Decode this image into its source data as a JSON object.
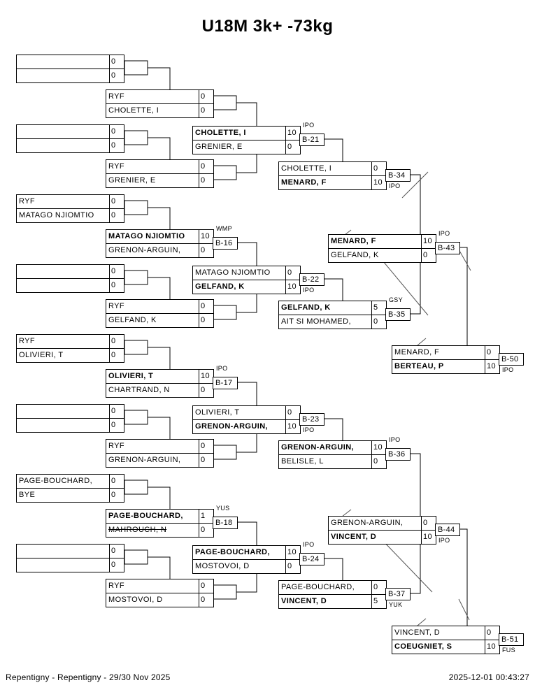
{
  "title": "U18M 3k+ -73kg",
  "footer": {
    "left": "Repentigny - Repentigny - 29/30 Nov 2025",
    "right": "2025-12-01 00:43:27"
  },
  "colors": {
    "line": "#000000",
    "diagonal": "#555555",
    "background": "#ffffff"
  },
  "matches": [
    {
      "id": "e1",
      "rows": [
        {
          "name": "",
          "score": "0"
        },
        {
          "name": "",
          "score": "0"
        }
      ]
    },
    {
      "id": "ryf-cholette",
      "rows": [
        {
          "name": "RYF",
          "score": "0"
        },
        {
          "name": "CHOLETTE, I",
          "score": "0"
        }
      ]
    },
    {
      "id": "e2",
      "rows": [
        {
          "name": "",
          "score": "0"
        },
        {
          "name": "",
          "score": "0"
        }
      ]
    },
    {
      "id": "ryf-grenier",
      "rows": [
        {
          "name": "RYF",
          "score": "0"
        },
        {
          "name": "GRENIER, E",
          "score": "0"
        }
      ]
    },
    {
      "id": "B-21",
      "code": "B-21",
      "tag": "IPO",
      "tag_pos": "above",
      "rows": [
        {
          "name": "CHOLETTE, I",
          "score": "10",
          "bold": true
        },
        {
          "name": "GRENIER, E",
          "score": "0"
        }
      ]
    },
    {
      "id": "B-34",
      "code": "B-34",
      "tag": "IPO",
      "tag_pos": "below",
      "rows": [
        {
          "name": "CHOLETTE, I",
          "score": "0"
        },
        {
          "name": "MENARD, F",
          "score": "10",
          "bold": true
        }
      ]
    },
    {
      "id": "ryf-matago",
      "rows": [
        {
          "name": "RYF",
          "score": "0"
        },
        {
          "name": "MATAGO NJIOMTIO",
          "score": "0"
        }
      ]
    },
    {
      "id": "B-16",
      "code": "B-16",
      "tag": "WMP",
      "tag_pos": "above",
      "rows": [
        {
          "name": "MATAGO NJIOMTIO",
          "score": "10",
          "bold": true
        },
        {
          "name": "GRENON-ARGUIN,",
          "score": "0"
        }
      ]
    },
    {
      "id": "B-43",
      "code": "B-43",
      "tag": "IPO",
      "tag_pos": "above",
      "rows": [
        {
          "name": "MENARD, F",
          "score": "10",
          "bold": true
        },
        {
          "name": "GELFAND, K",
          "score": "0"
        }
      ]
    },
    {
      "id": "e3",
      "rows": [
        {
          "name": "",
          "score": "0"
        },
        {
          "name": "",
          "score": "0"
        }
      ]
    },
    {
      "id": "B-22",
      "code": "B-22",
      "tag": "IPO",
      "tag_pos": "below",
      "rows": [
        {
          "name": "MATAGO NJIOMTIO",
          "score": "0"
        },
        {
          "name": "GELFAND, K",
          "score": "10",
          "bold": true
        }
      ]
    },
    {
      "id": "ryf-gelfand",
      "rows": [
        {
          "name": "RYF",
          "score": "0"
        },
        {
          "name": "GELFAND, K",
          "score": "0"
        }
      ]
    },
    {
      "id": "B-35",
      "code": "B-35",
      "tag": "GSY",
      "tag_pos": "above",
      "rows": [
        {
          "name": "GELFAND, K",
          "score": "5",
          "bold": true
        },
        {
          "name": "AIT SI MOHAMED,",
          "score": "0"
        }
      ]
    },
    {
      "id": "B-50",
      "code": "B-50",
      "tag": "IPO",
      "tag_pos": "below",
      "rows": [
        {
          "name": "MENARD, F",
          "score": "0"
        },
        {
          "name": "BERTEAU, P",
          "score": "10",
          "bold": true
        }
      ]
    },
    {
      "id": "ryf-olivieri",
      "rows": [
        {
          "name": "RYF",
          "score": "0"
        },
        {
          "name": "OLIVIERI, T",
          "score": "0"
        }
      ]
    },
    {
      "id": "B-17",
      "code": "B-17",
      "tag": "IPO",
      "tag_pos": "above",
      "rows": [
        {
          "name": "OLIVIERI, T",
          "score": "10",
          "bold": true
        },
        {
          "name": "CHARTRAND, N",
          "score": "0"
        }
      ]
    },
    {
      "id": "e4",
      "rows": [
        {
          "name": "",
          "score": "0"
        },
        {
          "name": "",
          "score": "0"
        }
      ]
    },
    {
      "id": "B-23",
      "code": "B-23",
      "tag": "IPO",
      "tag_pos": "below",
      "rows": [
        {
          "name": "OLIVIERI, T",
          "score": "0"
        },
        {
          "name": "GRENON-ARGUIN,",
          "score": "10",
          "bold": true
        }
      ]
    },
    {
      "id": "ryf-grenon",
      "rows": [
        {
          "name": "RYF",
          "score": "0"
        },
        {
          "name": "GRENON-ARGUIN,",
          "score": "0"
        }
      ]
    },
    {
      "id": "B-36",
      "code": "B-36",
      "tag": "IPO",
      "tag_pos": "above",
      "rows": [
        {
          "name": "GRENON-ARGUIN,",
          "score": "10",
          "bold": true
        },
        {
          "name": "BELISLE, L",
          "score": "0"
        }
      ]
    },
    {
      "id": "pb-bye",
      "rows": [
        {
          "name": "PAGE-BOUCHARD,",
          "score": "0"
        },
        {
          "name": "BYE",
          "score": "0"
        }
      ]
    },
    {
      "id": "B-18",
      "code": "B-18",
      "tag": "YUS",
      "tag_pos": "above",
      "rows": [
        {
          "name": "PAGE-BOUCHARD,",
          "score": "1",
          "bold": true
        },
        {
          "name": "MAHROUCH, N",
          "score": "0",
          "strike": true
        }
      ]
    },
    {
      "id": "B-44",
      "code": "B-44",
      "tag": "IPO",
      "tag_pos": "below",
      "rows": [
        {
          "name": "GRENON-ARGUIN,",
          "score": "0"
        },
        {
          "name": "VINCENT, D",
          "score": "10",
          "bold": true
        }
      ]
    },
    {
      "id": "e5",
      "rows": [
        {
          "name": "",
          "score": "0"
        },
        {
          "name": "",
          "score": "0"
        }
      ]
    },
    {
      "id": "B-24",
      "code": "B-24",
      "tag": "IPO",
      "tag_pos": "above",
      "rows": [
        {
          "name": "PAGE-BOUCHARD,",
          "score": "10",
          "bold": true
        },
        {
          "name": "MOSTOVOI, D",
          "score": "0"
        }
      ]
    },
    {
      "id": "ryf-mostovoi",
      "rows": [
        {
          "name": "RYF",
          "score": "0"
        },
        {
          "name": "MOSTOVOI, D",
          "score": "0"
        }
      ]
    },
    {
      "id": "B-37",
      "code": "B-37",
      "tag": "YUK",
      "tag_pos": "below",
      "rows": [
        {
          "name": "PAGE-BOUCHARD,",
          "score": "0"
        },
        {
          "name": "VINCENT, D",
          "score": "5",
          "bold": true
        }
      ]
    },
    {
      "id": "B-51",
      "code": "B-51",
      "tag": "FUS",
      "tag_pos": "below",
      "rows": [
        {
          "name": "VINCENT, D",
          "score": "0"
        },
        {
          "name": "COEUGNIET, S",
          "score": "10",
          "bold": true
        }
      ]
    }
  ]
}
